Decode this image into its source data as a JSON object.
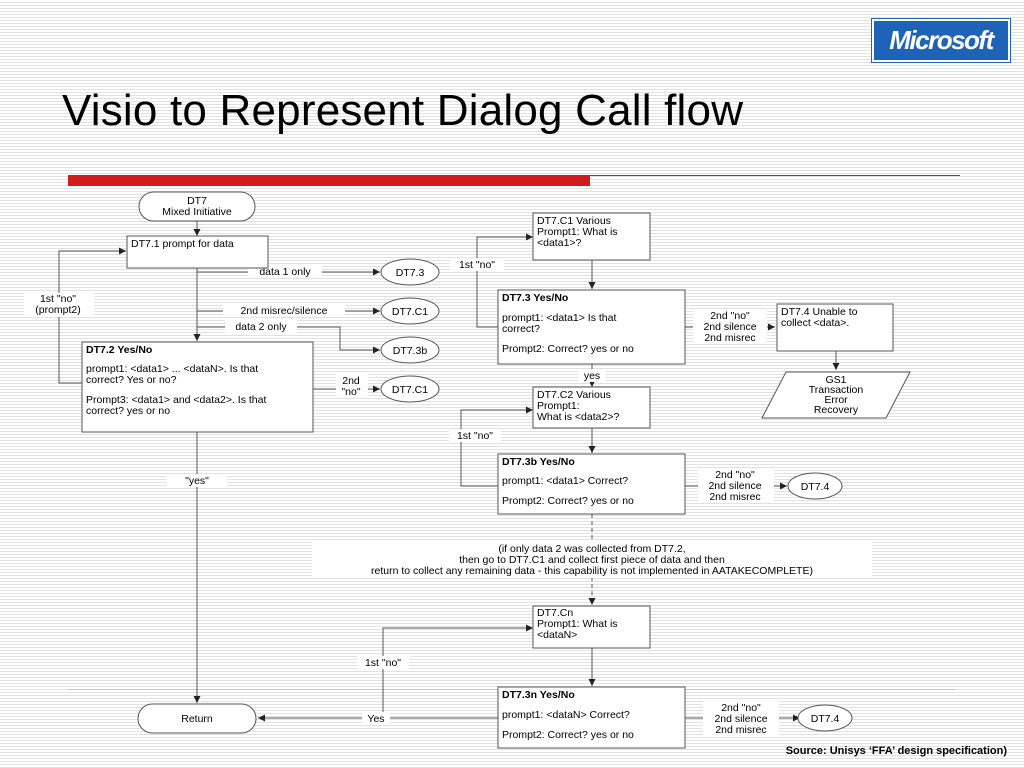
{
  "slide": {
    "title": "Visio to Represent Dialog Call flow",
    "logo_text": "Microsoft",
    "source": "Source: Unisys ‘FFA’ design specification)"
  },
  "colors": {
    "accent_red": "#d01c1c",
    "logo_blue": "#1e63b7"
  },
  "nodes": {
    "dt7": {
      "l1": "DT7",
      "l2": "Mixed Initiative"
    },
    "dt71": {
      "l1": "DT7.1 prompt for data"
    },
    "dt72": {
      "head": "DT7.2 Yes/No",
      "l1": "prompt1: <data1> ... <dataN>. Is that",
      "l2": "correct? Yes or no?",
      "l3": "Prompt3: <data1> and <data2>. Is that",
      "l4": "correct? yes or no"
    },
    "dt73_term": "DT7.3",
    "dt7c1_term_a": "DT7.C1",
    "dt73b_term": "DT7.3b",
    "dt7c1_term_b": "DT7.C1",
    "dt7c1": {
      "l1": "DT7.C1 Various",
      "l2": "Prompt1: What is",
      "l3": "<data1>?"
    },
    "dt73": {
      "head": "DT7.3 Yes/No",
      "l1": "prompt1: <data1> Is that",
      "l2": "correct?",
      "l3": "Prompt2: Correct? yes or no"
    },
    "dt74": {
      "l1": "DT7.4 Unable to",
      "l2": "collect  <data>."
    },
    "gs1": {
      "l1": "GS1",
      "l2": "Transaction",
      "l3": "Error",
      "l4": "Recovery"
    },
    "dt7c2": {
      "l1": "DT7.C2 Various",
      "l2": "Prompt1:",
      "l3": "What is <data2>?"
    },
    "dt73b": {
      "head": "DT7.3b Yes/No",
      "l1": "prompt1: <data1> Correct?",
      "l2": "Prompt2: Correct? yes or no"
    },
    "dt74_term_a": "DT7.4",
    "note": {
      "l1": "(if only data 2 was collected from DT7.2,",
      "l2": "then go to DT7.C1 and collect first piece of data and then",
      "l3": "return to collect any remaining data - this capability is not implemented in AATAKECOMPLETE)"
    },
    "dt7cn": {
      "l1": "DT7.Cn",
      "l2": "Prompt1: What is",
      "l3": "<dataN>"
    },
    "dt73n": {
      "head": "DT7.3n Yes/No",
      "l1": "prompt1: <dataN> Correct?",
      "l2": "Prompt2: Correct? yes or no"
    },
    "dt74_term_b": "DT7.4",
    "return": "Return"
  },
  "edges": {
    "data1_only": "data 1 only",
    "misrec_silence": "2nd misrec/silence",
    "data2_only": "data 2 only",
    "second_no_l1": "2nd",
    "second_no_l2": "\"no\"",
    "first_no_prompt2_l1": "1st \"no\"",
    "first_no_prompt2_l2": "(prompt2)",
    "yes_quoted": "\"yes\"",
    "first_no_a": "1st  \"no\"",
    "dt73_fail_l1": "2nd \"no\"",
    "dt73_fail_l2": "2nd silence",
    "dt73_fail_l3": "2nd misrec",
    "yes": "yes",
    "first_no_b": "1st \"no\"",
    "dt73b_fail_l1": "2nd \"no\"",
    "dt73b_fail_l2": "2nd silence",
    "dt73b_fail_l3": "2nd misrec",
    "first_no_c": "1st \"no\"",
    "yes_cap": "Yes",
    "dt73n_fail_l1": "2nd \"no\"",
    "dt73n_fail_l2": "2nd silence",
    "dt73n_fail_l3": "2nd misrec"
  }
}
